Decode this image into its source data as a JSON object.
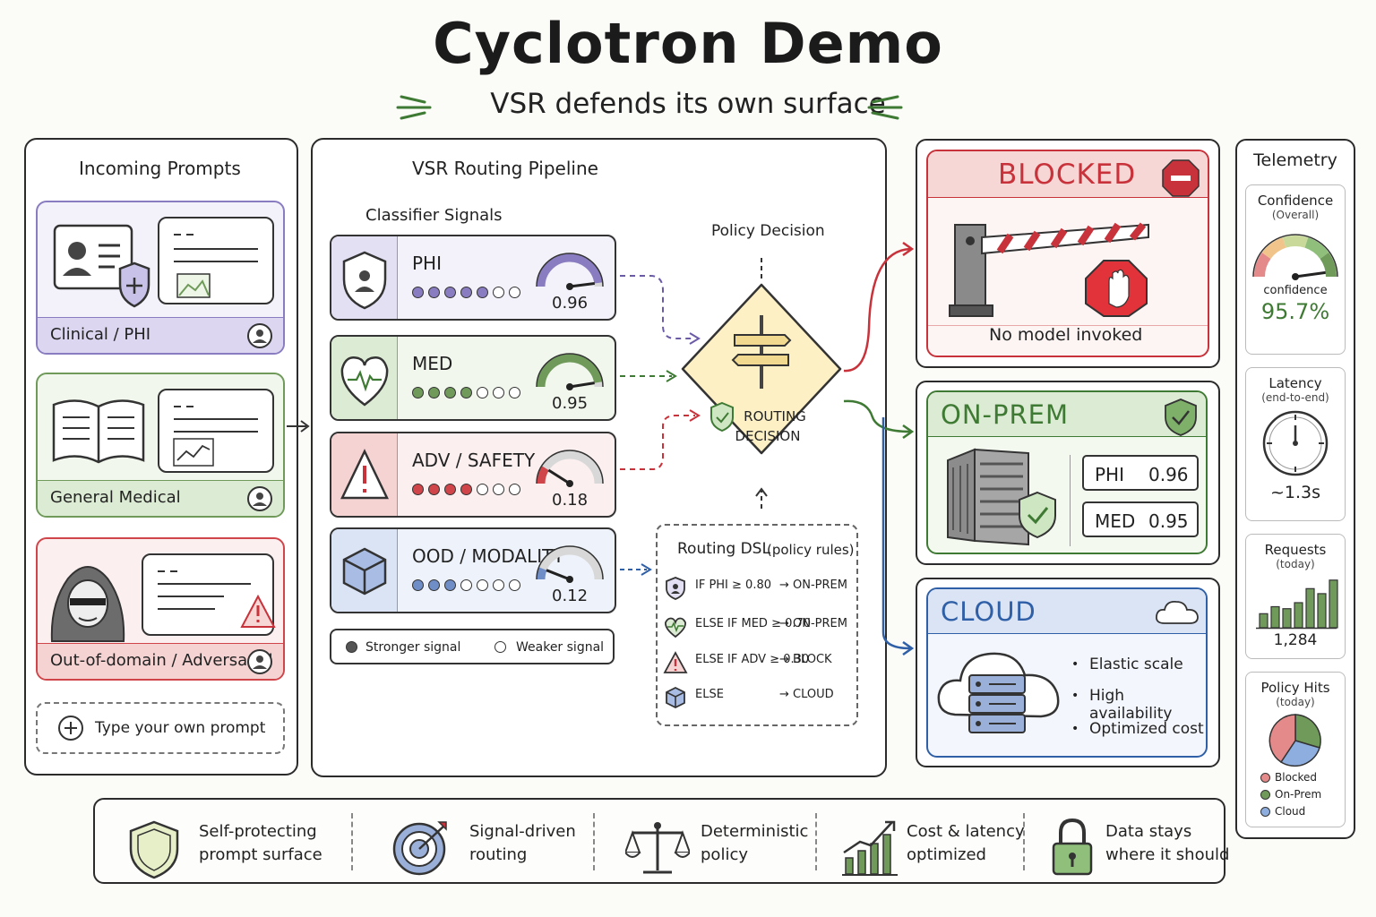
{
  "header": {
    "title": "Cyclotron Demo",
    "subtitle": "VSR defends its own surface"
  },
  "incoming": {
    "title": "Incoming Prompts",
    "cards": [
      {
        "label": "Clinical / PHI"
      },
      {
        "label": "General Medical"
      },
      {
        "label": "Out-of-domain / Adversarial"
      }
    ],
    "custom_prompt": "Type your own prompt"
  },
  "pipeline": {
    "title": "VSR Routing Pipeline",
    "signals_title": "Classifier Signals",
    "signals": [
      {
        "name": "PHI",
        "value": "0.96",
        "level": 0.96,
        "filled": 5,
        "color": "#8a7cc0"
      },
      {
        "name": "MED",
        "value": "0.95",
        "level": 0.95,
        "filled": 4,
        "color": "#6f9a5a"
      },
      {
        "name": "ADV / SAFETY",
        "value": "0.18",
        "level": 0.18,
        "filled": 4,
        "color": "#d0454a"
      },
      {
        "name": "OOD / MODALITY",
        "value": "0.12",
        "level": 0.12,
        "filled": 3,
        "color": "#6f8dc6"
      }
    ],
    "legend": {
      "strong": "Stronger signal",
      "weak": "Weaker signal"
    },
    "policy_title": "Policy Decision",
    "decision_label_1": "ROUTING",
    "decision_label_2": "DECISION",
    "dsl": {
      "title": "Routing DSL",
      "title_note": "(policy rules)",
      "rules": [
        {
          "cond": "IF PHI ≥ 0.80",
          "target": "→ ON-PREM"
        },
        {
          "cond": "ELSE IF MED ≥ 0.70",
          "target": "→ ON-PREM"
        },
        {
          "cond": "ELSE IF ADV ≥ 0.30",
          "target": "→ BLOCK"
        },
        {
          "cond": "ELSE",
          "target": "→ CLOUD"
        }
      ]
    }
  },
  "destinations": {
    "blocked": {
      "title": "BLOCKED",
      "note": "No model invoked",
      "color": "#c8323a"
    },
    "onprem": {
      "title": "ON-PREM",
      "metrics": [
        {
          "name": "PHI",
          "value": "0.96"
        },
        {
          "name": "MED",
          "value": "0.95"
        }
      ],
      "color": "#3f7a34"
    },
    "cloud": {
      "title": "CLOUD",
      "bullets": [
        "Elastic scale",
        "High availability",
        "Optimized cost"
      ],
      "color": "#2f5fa6"
    }
  },
  "telemetry": {
    "title": "Telemetry",
    "confidence": {
      "title": "Confidence",
      "sub": "(Overall)",
      "label": "confidence",
      "value": "95.7%",
      "level": 0.957
    },
    "latency": {
      "title": "Latency",
      "sub": "(end-to-end)",
      "value": "~1.3s"
    },
    "requests": {
      "title": "Requests",
      "sub": "(today)",
      "value": "1,284",
      "bars": [
        0.28,
        0.42,
        0.38,
        0.5,
        0.78,
        0.68,
        0.95
      ]
    },
    "policy_hits": {
      "title": "Policy Hits",
      "sub": "(today)",
      "legend": [
        "Blocked",
        "On-Prem",
        "Cloud"
      ]
    }
  },
  "features": [
    {
      "l1": "Self-protecting",
      "l2": "prompt surface"
    },
    {
      "l1": "Signal-driven",
      "l2": "routing"
    },
    {
      "l1": "Deterministic",
      "l2": "policy"
    },
    {
      "l1": "Cost & latency",
      "l2": "optimized"
    },
    {
      "l1": "Data stays",
      "l2": "where it should"
    }
  ]
}
